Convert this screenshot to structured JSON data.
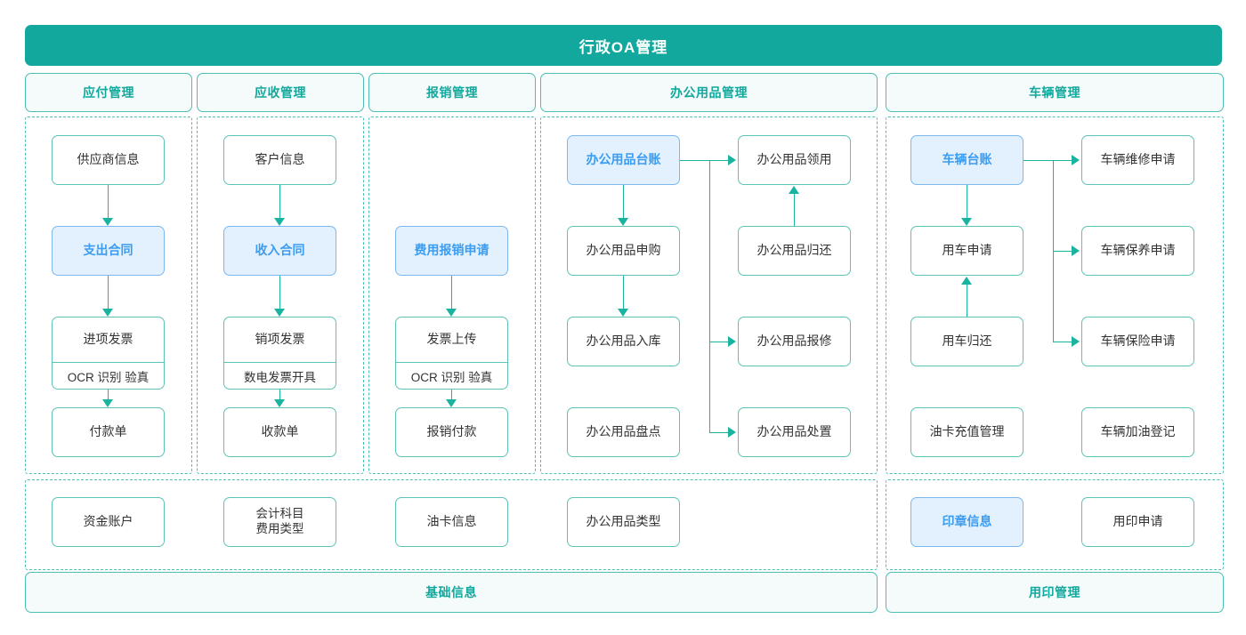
{
  "header": {
    "title": "行政OA管理",
    "color": "#12a89d"
  },
  "columns": [
    {
      "key": "payable",
      "label": "应付管理"
    },
    {
      "key": "receivable",
      "label": "应收管理"
    },
    {
      "key": "reimburse",
      "label": "报销管理"
    },
    {
      "key": "supplies",
      "label": "办公用品管理"
    },
    {
      "key": "vehicle",
      "label": "车辆管理"
    }
  ],
  "payable": {
    "n1": "供应商信息",
    "n2": "支出合同",
    "n3": "进项发票",
    "n3sub": "OCR 识别 验真",
    "n4": "付款单"
  },
  "receivable": {
    "n1": "客户信息",
    "n2": "收入合同",
    "n3": "销项发票",
    "n3sub": "数电发票开具",
    "n4": "收款单"
  },
  "reimburse": {
    "n2": "费用报销申请",
    "n3": "发票上传",
    "n3sub": "OCR 识别 验真",
    "n4": "报销付款"
  },
  "supplies": {
    "ledger": "办公用品台账",
    "purchase": "办公用品申购",
    "instock": "办公用品入库",
    "stocktake": "办公用品盘点",
    "receive": "办公用品领用",
    "return": "办公用品归还",
    "repair": "办公用品报修",
    "dispose": "办公用品处置"
  },
  "vehicle": {
    "ledger": "车辆台账",
    "apply": "用车申请",
    "return": "用车归还",
    "fuelcard": "油卡充值管理",
    "maintain": "车辆维修申请",
    "upkeep": "车辆保养申请",
    "insurance": "车辆保险申请",
    "refuel": "车辆加油登记"
  },
  "basic": {
    "band": "基础信息",
    "items": [
      {
        "label": "资金账户",
        "lines": [
          "资金账户"
        ]
      },
      {
        "label": "会计科目 费用类型",
        "lines": [
          "会计科目",
          "费用类型"
        ]
      },
      {
        "label": "油卡信息",
        "lines": [
          "油卡信息"
        ]
      },
      {
        "label": "办公用品类型",
        "lines": [
          "办公用品类型"
        ]
      }
    ]
  },
  "seal": {
    "band": "用印管理",
    "items": [
      {
        "label": "印章信息",
        "highlight": true
      },
      {
        "label": "用印申请",
        "highlight": false
      }
    ]
  },
  "palette": {
    "teal": "#12a89d",
    "teal_line": "#19b39f",
    "teal_border": "#5cc4b6",
    "panel_bg": "#f4fbfa",
    "highlight_bg": "#e2f1fd",
    "highlight_border": "#7ab8ef",
    "highlight_text": "#3c9cf0",
    "node_text": "#333333"
  }
}
